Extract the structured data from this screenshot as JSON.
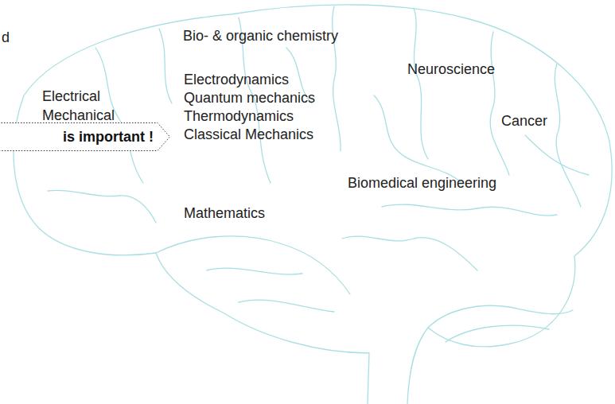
{
  "diagram": {
    "nodes": [
      {
        "text": [
          "is important !"
        ]
      }
    ],
    "labels": [
      "d",
      "Bio- & organic chemistry",
      "Electrical",
      "Mechanical",
      "Electrodynamics",
      "Quantum mechanics",
      "Thermodynamics",
      "Classical Mechanics",
      "Neuroscience",
      "Cancer",
      "Biomedical engineering",
      "Mathematics"
    ]
  }
}
